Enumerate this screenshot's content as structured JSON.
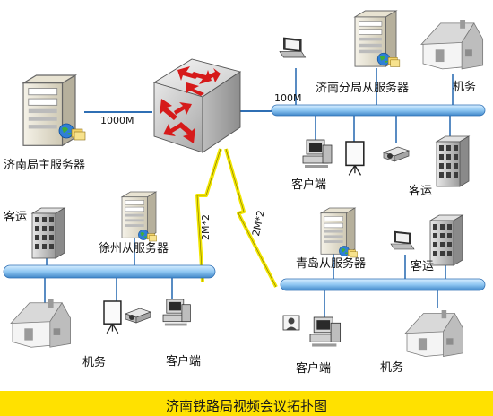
{
  "links": {
    "main_uplink": "1000M",
    "jinan_uplink": "100M",
    "wan_left": "2M*2",
    "wan_right": "2M*2"
  },
  "nodes": {
    "jinan_main_server": "济南局主服务器",
    "jinan_branch_server": "济南分局从服务器",
    "jinan_jiwu": "机务",
    "jinan_client": "客户端",
    "jinan_keyun": "客运",
    "xuzhou_keyun": "客运",
    "xuzhou_server": "徐州从服务器",
    "xuzhou_jiwu": "机务",
    "xuzhou_client": "客户端",
    "qingdao_server": "青岛从服务器",
    "qingdao_keyun": "客运",
    "qingdao_client": "客户端",
    "qingdao_jiwu": "机务"
  },
  "caption": "济南铁路局视频会议拓扑图",
  "colors": {
    "bus": "#8fc7f2",
    "bus_edge": "#2f6fb4",
    "wan": "#f2e600",
    "caption_bg": "#ffe100"
  },
  "icons": [
    "router-switch-icon",
    "server-icon",
    "house-icon",
    "building-icon",
    "laptop-icon",
    "computer-icon",
    "projector-icon",
    "screen-icon",
    "webcam-icon"
  ]
}
